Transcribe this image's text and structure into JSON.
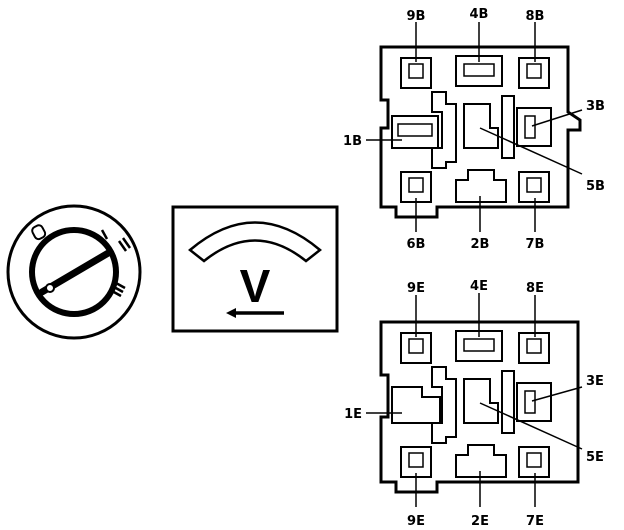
{
  "ignition_switch": {
    "positions": [
      "0",
      "I",
      "II",
      "III"
    ]
  },
  "voltmeter": {
    "symbol": "V"
  },
  "connectors": [
    {
      "name": "connector-b",
      "pins": {
        "p9": "9B",
        "p4": "4B",
        "p8": "8B",
        "p3": "3B",
        "p1": "1B",
        "p5": "5B",
        "p6": "6B",
        "p2": "2B",
        "p7": "7B"
      }
    },
    {
      "name": "connector-e",
      "pins": {
        "p9": "9E",
        "p4": "4E",
        "p8": "8E",
        "p3": "3E",
        "p1": "1E",
        "p5": "5E",
        "p6": "9E",
        "p2": "2E",
        "p7": "7E"
      }
    }
  ]
}
